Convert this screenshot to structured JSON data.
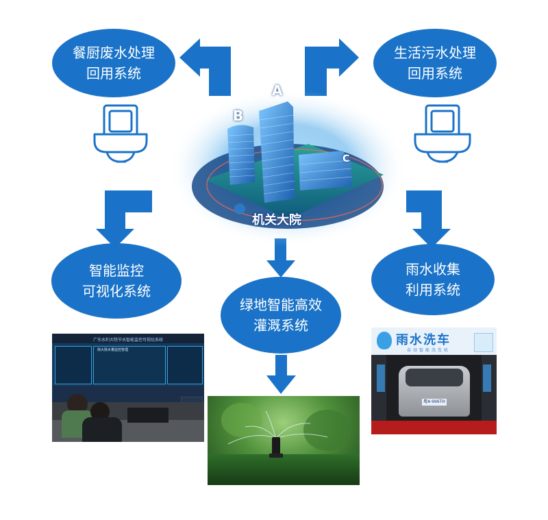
{
  "center": {
    "label": "机关大院",
    "building_a": "A",
    "building_b": "B",
    "building_c": "C"
  },
  "nodes": {
    "kitchen": {
      "line1": "餐厨废水处理",
      "line2": "回用系统"
    },
    "domestic": {
      "line1": "生活污水处理",
      "line2": "回用系统"
    },
    "monitor": {
      "line1": "智能监控",
      "line2": "可视化系统"
    },
    "irrigation": {
      "line1": "绿地智能高效",
      "line2": "灌溉系统"
    },
    "rain": {
      "line1": "雨水收集",
      "line2": "利用系统"
    }
  },
  "monitor_photo": {
    "screen_title": "广东水利大院节水智能监控可视化系统",
    "panel_title": "南大院水量监控管理"
  },
  "carwash_photo": {
    "sign_title": "雨水洗车",
    "sign_sub": "自动智能洗车机",
    "plate": "粤A·996TH"
  },
  "colors": {
    "ellipse": "#1a73c8",
    "arrow": "#1a73c8"
  }
}
